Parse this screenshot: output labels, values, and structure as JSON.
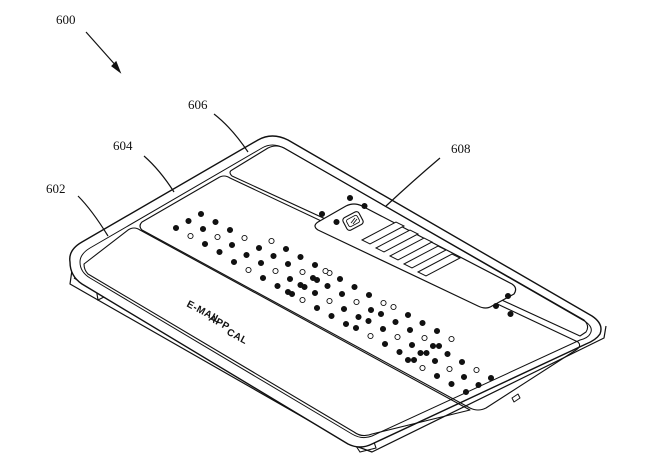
{
  "figure": {
    "refs": {
      "r600": "600",
      "r602": "602",
      "r604": "604",
      "r606": "606",
      "r608": "608"
    },
    "panel_text": [
      "E-MAIL",
      "APP",
      "CAL"
    ],
    "colors": {
      "line": "#111111",
      "fill": "#ffffff",
      "paper": "#ffffff"
    }
  }
}
